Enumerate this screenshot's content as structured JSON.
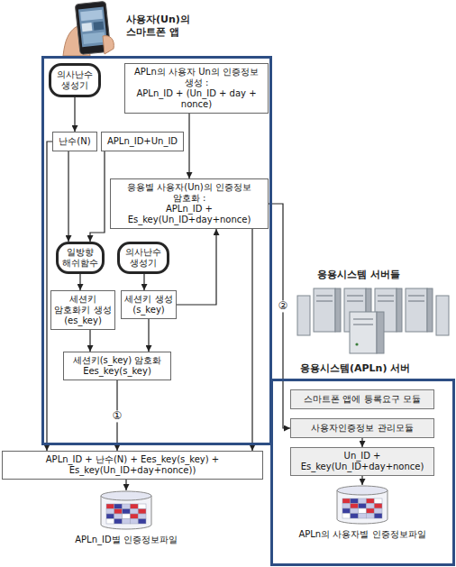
{
  "diagram": {
    "nodes": [
      {
        "text": [
          "사용자(Un)의 스마트폰 앱"
        ]
      },
      {
        "text": [
          "의사난수 생성기"
        ],
        "in": 0
      },
      {
        "text": [
          "APLn의 사용자 Un의 인증정보 생성 :",
          "APLn_ID + (Un_ID + day + nonce)"
        ],
        "in": 0
      },
      {
        "text": [
          "난수(N)"
        ],
        "in": 0
      },
      {
        "text": [
          "APLn_ID+Un_ID"
        ],
        "in": 0
      },
      {
        "text": [
          "응용별 사용자(Un)의 인증정보 암호화 :",
          "APLn_ID + Es_key(Un_ID+day+nonce)"
        ],
        "in": 0
      },
      {
        "text": [
          "일방향 해쉬함수"
        ],
        "in": 0
      },
      {
        "text": [
          "의사난수 생성기"
        ],
        "in": 0
      },
      {
        "text": [
          "세션키 암호화키 생성(es_key)"
        ],
        "in": 0
      },
      {
        "text": [
          "세션키 생성(s_key)"
        ],
        "in": 0
      },
      {
        "text": [
          "세션키(s_key) 암호화",
          "Ees_key(s_key)"
        ],
        "in": 0
      },
      {
        "text": [
          "APLn_ID + 난수(N) + Ees_key(s_key) + Es_key(Un_ID+day+nonce))"
        ]
      },
      {
        "text": [
          "APLn_ID별 인증정보파일"
        ]
      },
      {
        "text": [
          "응용시스템(APLn) 서버"
        ]
      },
      {
        "text": [
          "스마트폰 앱에 등록요구 모듈"
        ],
        "in": 13
      },
      {
        "text": [
          "사용자인증정보 관리모듈"
        ],
        "in": 13
      },
      {
        "text": [
          "Un_ID + Es_key(Un_ID+day+nonce)"
        ],
        "in": 13
      },
      {
        "text": [
          "APLn의 사용자별 인증정보파일"
        ],
        "in": 13
      }
    ],
    "edges": [
      {
        "from": 1,
        "to": 3,
        "arrow": "to"
      },
      {
        "from": 3,
        "to": 6,
        "arrow": "to"
      },
      {
        "from": 4,
        "to": 6,
        "arrow": "to"
      },
      {
        "from": 2,
        "to": 5,
        "arrow": "to"
      },
      {
        "from": 6,
        "to": 8,
        "arrow": "to"
      },
      {
        "from": 7,
        "to": 9,
        "arrow": "to"
      },
      {
        "from": 9,
        "to": 5,
        "arrow": "to"
      },
      {
        "from": 8,
        "to": 10,
        "arrow": "to"
      },
      {
        "from": 9,
        "to": 10,
        "arrow": "to"
      },
      {
        "from": 10,
        "to": 11,
        "label": "①",
        "arrow": "to"
      },
      {
        "from": 3,
        "to": 11,
        "arrow": "to"
      },
      {
        "from": 5,
        "to": 11,
        "arrow": "to"
      },
      {
        "from": 5,
        "to": 15,
        "label": "②",
        "arrow": "to"
      },
      {
        "from": 15,
        "to": 16,
        "arrow": "to"
      },
      {
        "from": 16,
        "to": 17,
        "arrow": "to"
      },
      {
        "from": 11,
        "to": 12,
        "arrow": "to"
      }
    ],
    "labels": [
      "응용시스템 서버들"
    ]
  }
}
